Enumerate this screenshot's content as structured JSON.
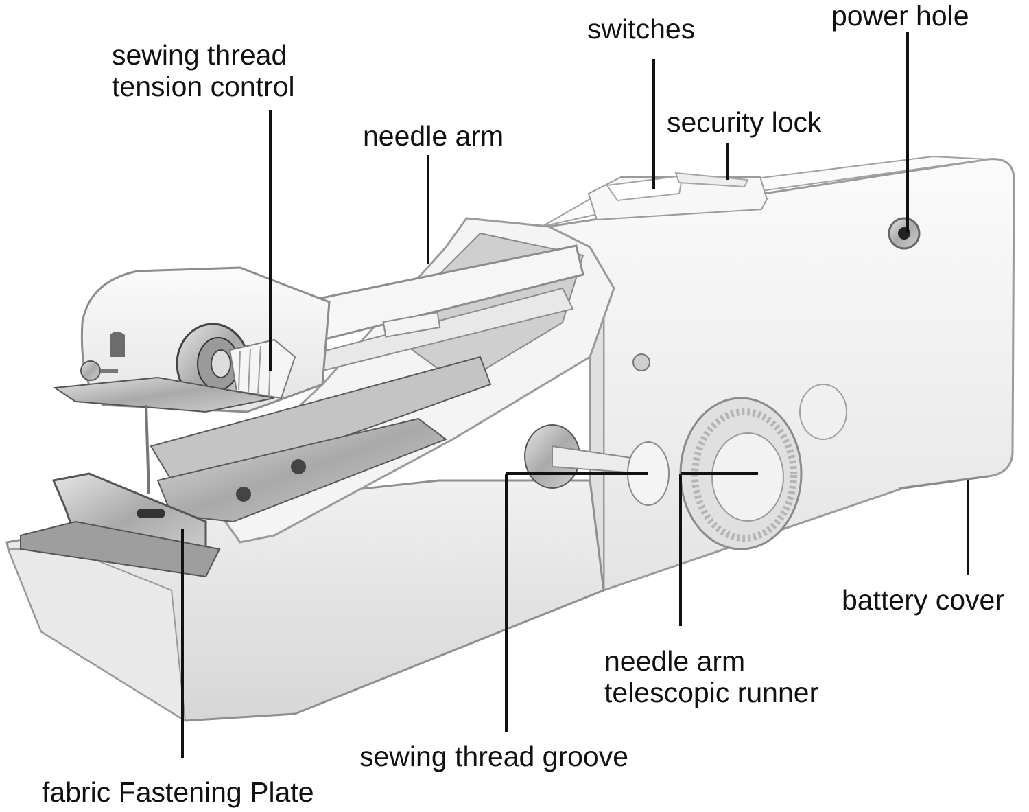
{
  "labels": {
    "tension_control": {
      "line1": "sewing thread",
      "line2": "tension control"
    },
    "needle_arm": "needle arm",
    "switches": "switches",
    "security_lock": "security lock",
    "power_hole": "power hole",
    "battery_cover": "battery cover",
    "telescopic_runner": {
      "line1": "needle arm",
      "line2": "telescopic runner"
    },
    "thread_groove": "sewing thread groove",
    "fastening_plate": "fabric Fastening Plate"
  },
  "colors": {
    "body": "#f2f2f2",
    "body_shadow": "#d9d9d9",
    "metal": "#b8b8b8",
    "outline": "#8a8a8a",
    "text": "#111111"
  }
}
